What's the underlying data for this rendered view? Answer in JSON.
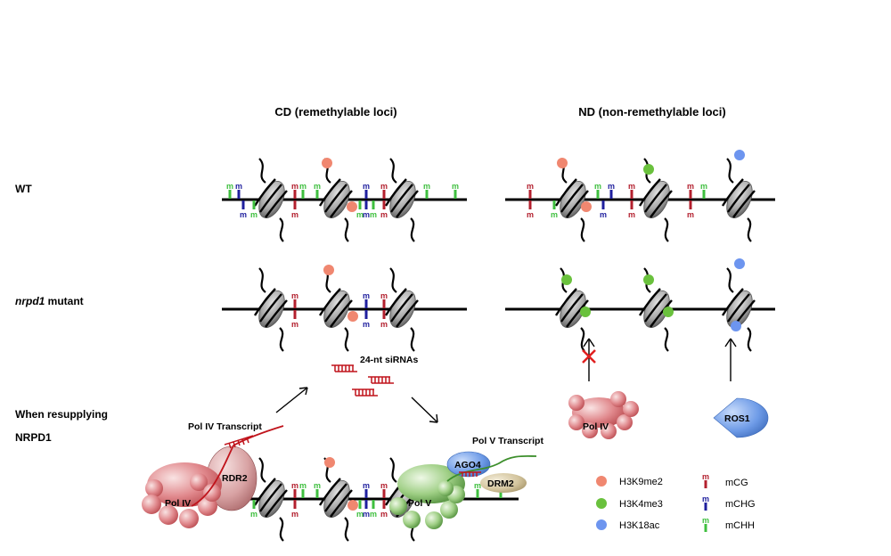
{
  "headers": {
    "cd": "CD (remethylable loci)",
    "nd": "ND (non-remethylable loci)"
  },
  "rows": {
    "wt": "WT",
    "mutant_italic": "nrpd1",
    "mutant_rest": " mutant",
    "resupply_line1": "When resupplying",
    "resupply_line2": "NRPD1"
  },
  "labels": {
    "sirnas": "24-nt siRNAs",
    "pol4_transcript": "Pol IV Transcript",
    "pol5_transcript": "Pol V Transcript",
    "rdr2": "RDR2",
    "pol4": "Pol  IV",
    "pol4_nd": "Pol  IV",
    "pol5": "Pol  V",
    "ago4": "AGO4",
    "drm2": "DRM2",
    "ros1": "ROS1",
    "mark": "m"
  },
  "legend": {
    "h3k9me2": "H3K9me2",
    "h3k4me3": "H3K4me3",
    "h3k18ac": "H3K18ac",
    "mcg": "mCG",
    "mchg": "mCHG",
    "mchh": "mCHH"
  },
  "colors": {
    "h3k9me2": "#f08770",
    "h3k4me3": "#6ac13d",
    "h3k18ac": "#6d95ef",
    "mcg": "#b3202e",
    "mchg": "#1f1f9e",
    "mchh": "#3fbf3f",
    "inhibit": "#e02020"
  }
}
